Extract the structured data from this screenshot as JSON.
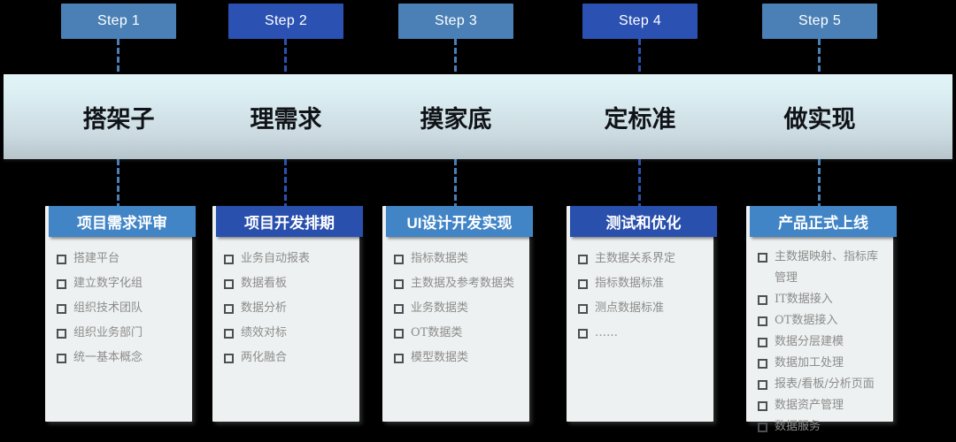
{
  "palette": {
    "background": "#000000",
    "light_blue": "#4a80b6",
    "dark_blue": "#2b52b2",
    "light_header": "#4285c6",
    "dark_header": "#2a50ae",
    "band_gradient_top": "#ddf1f5",
    "band_gradient_bottom": "#b6c4cc",
    "card_background": "#eef1f1",
    "item_text": "#8c8c8c",
    "bullet_outline": "#4d4f52",
    "step_text": "#ffffff",
    "band_text": "#101418"
  },
  "columns": [
    {
      "step_label": "Step 1",
      "phase_label": "搭架子",
      "tone": "light",
      "card": {
        "title": "项目需求评审",
        "items": [
          "搭建平台",
          "建立数字化组",
          "组织技术团队",
          "组织业务部门",
          "统一基本概念"
        ]
      }
    },
    {
      "step_label": "Step 2",
      "phase_label": "理需求",
      "tone": "dark",
      "card": {
        "title": "项目开发排期",
        "items": [
          "业务自动报表",
          "数据看板",
          "数据分析",
          "绩效对标",
          "两化融合"
        ]
      }
    },
    {
      "step_label": "Step 3",
      "phase_label": "摸家底",
      "tone": "light",
      "card": {
        "title": "UI设计开发实现",
        "items": [
          "指标数据类",
          "主数据及参考数据类",
          "业务数据类",
          "OT数据类",
          "模型数据类"
        ]
      }
    },
    {
      "step_label": "Step 4",
      "phase_label": "定标准",
      "tone": "dark",
      "card": {
        "title": "测试和优化",
        "items": [
          "主数据关系界定",
          "指标数据标准",
          "测点数据标准",
          "……"
        ]
      }
    },
    {
      "step_label": "Step 5",
      "phase_label": "做实现",
      "tone": "light",
      "card": {
        "title": "产品正式上线",
        "items": [
          "主数据映射、指标库管理",
          "IT数据接入",
          "OT数据接入",
          "数据分层建模",
          "数据加工处理",
          "报表/看板/分析页面",
          "数据资产管理",
          "数据服务"
        ]
      }
    }
  ]
}
